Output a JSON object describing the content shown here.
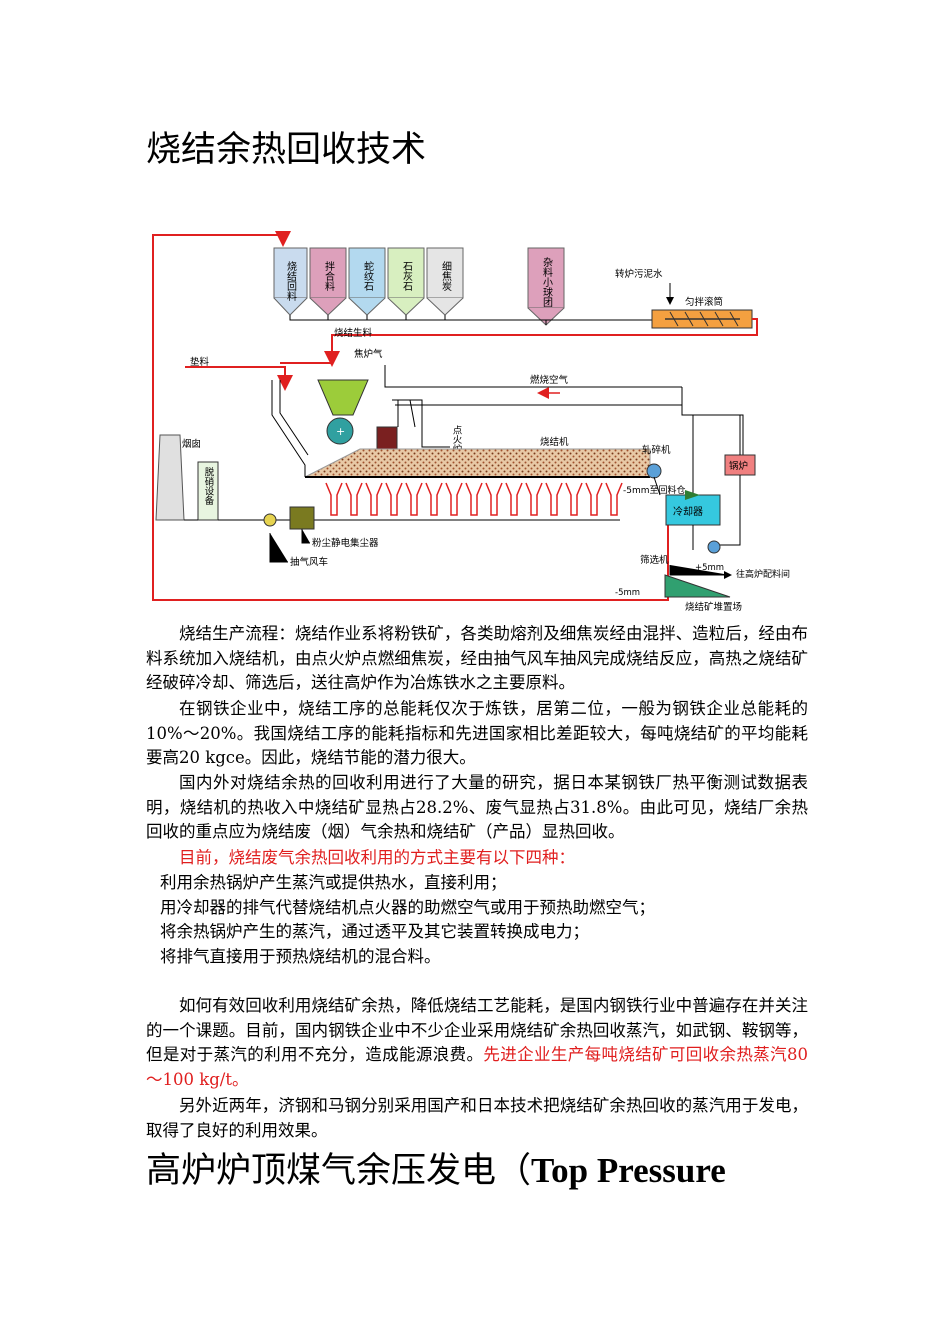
{
  "title": "烧结余热回收技术",
  "diagram": {
    "silos": [
      "烧结回料",
      "拌合料",
      "蛇纹石",
      "石灰石",
      "细焦炭"
    ],
    "misc_silo": "杂料小球团",
    "labels": {
      "sludge": "转炉污泥水",
      "mixer": "匀拌滚筒",
      "raw_material": "烧结生料",
      "bedding": "垫料",
      "coke_gas": "焦炉气",
      "combustion_air": "燃烧空气",
      "chimney": "烟囱",
      "denitration": "脱硝设备",
      "ignition": "点火炉",
      "sinter_machine": "烧结机",
      "crusher": "轧碎机",
      "boiler": "锅炉",
      "cooler": "冷却器",
      "fines_return": "-5mm至回料仓",
      "esp": "粉尘静电集尘器",
      "fan": "抽气风车",
      "screen": "筛选机",
      "plus5": "+5mm",
      "to_bf": "往高炉配料间",
      "minus5": "-5mm",
      "stockyard": "烧结矿堆置场"
    }
  },
  "paragraphs": {
    "p1": "烧结生产流程：烧结作业系将粉铁矿，各类助熔剂及细焦炭经由混拌、造粒后，经由布料系统加入烧结机，由点火炉点燃细焦炭，经由抽气风车抽风完成烧结反应，高热之烧结矿经破碎冷却、筛选后，送往高炉作为冶炼铁水之主要原料。",
    "p2": "在钢铁企业中，烧结工序的总能耗仅次于炼铁，居第二位，一般为钢铁企业总能耗的10%～20%。我国烧结工序的能耗指标和先进国家相比差距较大，每吨烧结矿的平均能耗要高20 kgce。因此，烧结节能的潜力很大。",
    "p3": "国内外对烧结余热的回收利用进行了大量的研究，据日本某钢铁厂热平衡测试数据表明，烧结机的热收入中烧结矿显热占28.2%、废气显热占31.8%。由此可见，烧结厂余热回收的重点应为烧结废（烟）气余热和烧结矿（产品）显热回收。",
    "p4": "目前，烧结废气余热回收利用的方式主要有以下四种：",
    "p5_a": "如何有效回收利用烧结矿余热，降低烧结工艺能耗，是国内钢铁行业中普遍存在并关注的一个课题。目前，国内钢铁企业中不少企业采用烧结矿余热回收蒸汽，如武钢、鞍钢等，但是对于蒸汽的利用不充分，造成能源浪费。",
    "p5_b": "先进企业生产每吨烧结矿可回收余热蒸汽80～100 kg/t。",
    "p6": "另外近两年，济钢和马钢分别采用国产和日本技术把烧结矿余热回收的蒸汽用于发电，取得了良好的利用效果。"
  },
  "list": [
    "利用余热锅炉产生蒸汽或提供热水，直接利用；",
    "用冷却器的排气代替烧结机点火器的助燃空气或用于预热助燃空气；",
    "将余热锅炉产生的蒸汽，通过透平及其它装置转换成电力；",
    "将排气直接用于预热烧结机的混合料。"
  ],
  "heading2_cn": "高炉炉顶煤气余压发电（",
  "heading2_en": "Top Pressure",
  "colors": {
    "accent_red": "#e01e1e",
    "pipe_red": "#e02020"
  }
}
